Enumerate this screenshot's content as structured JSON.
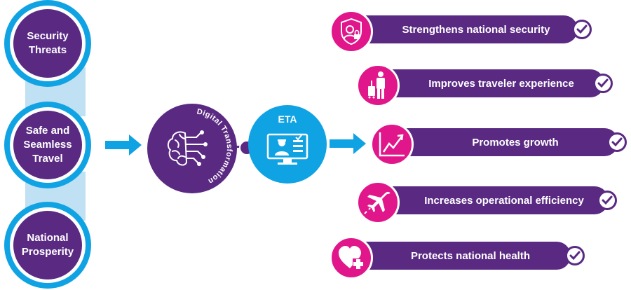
{
  "left_circles": [
    {
      "label_line1": "Security",
      "label_line2": "Threats"
    },
    {
      "label_line1": "Safe and",
      "label_line2": "Seamless",
      "label_line3": "Travel"
    },
    {
      "label_line1": "National",
      "label_line2": "Prosperity"
    }
  ],
  "middle": {
    "digital_label": "Digital Transformation",
    "eta_label": "ETA"
  },
  "benefits": [
    {
      "label": "Strengthens national security",
      "icon": "shield-person-icon"
    },
    {
      "label": "Improves traveler experience",
      "icon": "traveler-luggage-icon"
    },
    {
      "label": "Promotes growth",
      "icon": "growth-chart-icon"
    },
    {
      "label": "Increases operational efficiency",
      "icon": "airplane-icon"
    },
    {
      "label": "Protects national health",
      "icon": "heart-plus-icon"
    }
  ],
  "colors": {
    "purple": "#5a2a83",
    "blue": "#10a3e4",
    "light_blue": "#bfe1f3",
    "pink": "#e0168a"
  }
}
